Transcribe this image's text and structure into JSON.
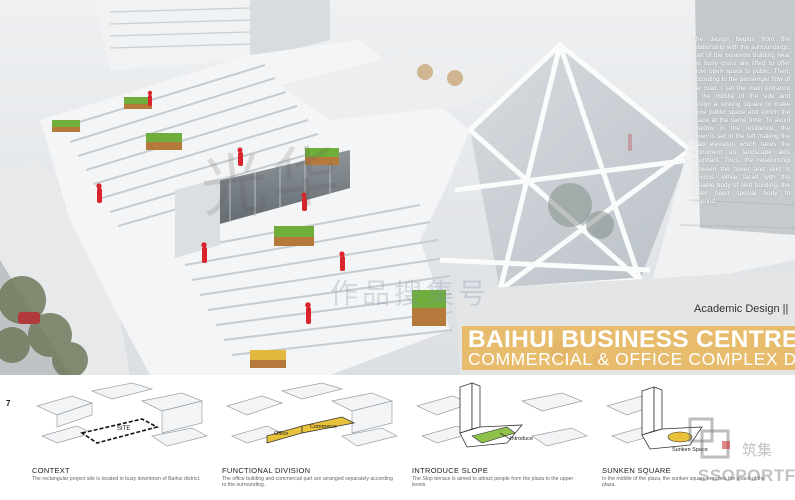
{
  "intro": {
    "text": "The design begins from the relationship with the surroundings. Part of the business building near the busy cross are lifted to offer more open space to public. Then, according to the passenger flow of the road, I set the main entrance in the middle of the side and design a sinking square to make more public space and enrich the space at the same time. To avoid shadow in the residence, the tower is set in the left making the road elevation which takes the monument as landscape axis abundant. Thus, the relationship between the tower and skirt is obvious. While faced with the variable body of skirt building, the tower need special body to respond."
  },
  "title": {
    "tag": "Academic Design ||",
    "main": "BAIHUI BUSINESS CENTRE",
    "sub": "COMMERCIAL & OFFICE COMPLEX DESIGN"
  },
  "watermark": {
    "large": "光华",
    "small": "作品搜集号"
  },
  "page_number": "7",
  "diagrams": [
    {
      "title": "CONTEXT",
      "text": "The rectangular project site is located in busy downtown of Baihui district.",
      "labels": [
        "SITE"
      ]
    },
    {
      "title": "FUNCTIONAL DIVISION",
      "text": "The office building and commercial part are arranged separately according to the surrounding.",
      "labels": [
        "Office",
        "Commerce"
      ]
    },
    {
      "title": "INTRODUCE SLOPE",
      "text": "The Slop terrace is aimed to attract people from the plaza to the upper levels.",
      "labels": [
        "Introduce"
      ]
    },
    {
      "title": "SUNKEN SQUARE",
      "text": "In the middle of the plaza, the sunken square enriches the space of the plaza.",
      "labels": [
        "Sunken Space"
      ]
    }
  ],
  "logo": {
    "text": "SSOPORTFOLIOS",
    "cn": "筑集"
  },
  "colors": {
    "accent": "#e8b252",
    "people": "#d9242b",
    "planter_green": "#6fae3a",
    "planter_wood": "#b5793c"
  }
}
